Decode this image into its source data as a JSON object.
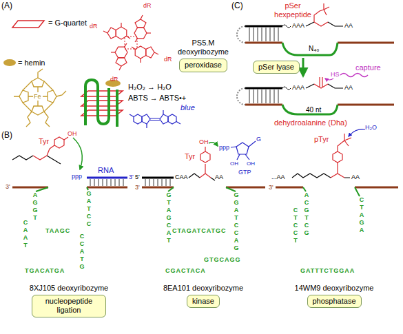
{
  "diagram": {
    "nodes": [
      {
        "text": [
          "PS5.M deoxyribozyme",
          "peroxidase"
        ]
      },
      {
        "text": [
          "8XJ105 deoxyribozyme",
          "nucleopeptide ligation"
        ]
      },
      {
        "text": [
          "8EA101 deoxyribozyme",
          "kinase"
        ]
      },
      {
        "text": [
          "14WM9 deoxyribozyme",
          "phosphatase"
        ]
      },
      {
        "text": [
          "pSer lyase"
        ]
      }
    ],
    "labels": [
      "(A)",
      "= G-quartet",
      "= hemin",
      "dR",
      "dR",
      "dR",
      "dR",
      "Fe",
      "H₂O₂ → H₂O",
      "ABTS → ABTS•+",
      "blue",
      "(B)",
      "Tyr",
      "OH",
      "ppp",
      "RNA",
      "3'",
      "3'",
      "5'",
      "3'",
      "CAA",
      "Tyr",
      "OH",
      "ppp",
      "G",
      "OH",
      "OH",
      "GTP",
      "AA",
      "...AA",
      "pTyr",
      "H₂O",
      "AA",
      "3'",
      "(C)",
      "pSer hexpeptide",
      "AAA",
      "AA",
      "N₄₀",
      "AAA",
      "AA",
      "capture",
      "HS",
      "40 nt",
      "dehydroalanine (Dha)",
      "AGGT",
      "CAAT",
      "TGACATGA",
      "CCATG",
      "TAAGC",
      "GATCC",
      "GTAGCAT",
      "CGACTACA",
      "CTAGATCATGC",
      "GGATCCAG",
      "GTGCAGG",
      "ACGTCG",
      "CTCCT",
      "GATTTCTGGAA",
      "CTAGA"
    ]
  }
}
